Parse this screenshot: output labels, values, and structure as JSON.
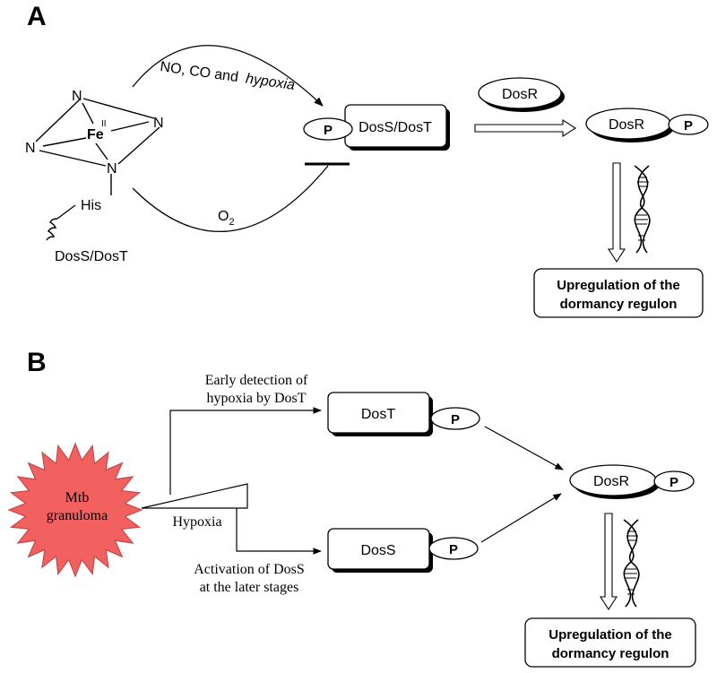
{
  "panel_a": {
    "label": "A",
    "heme": {
      "iron": "Fe",
      "oxidation": "II",
      "nitrogen": "N",
      "histidine": "His",
      "protein": "DosS/DosT"
    },
    "activation_label": "NO, CO and",
    "activation_italic": "hypoxia",
    "inhibition_label": "O",
    "inhibition_sub": "2",
    "kinase": "DosS/DosT",
    "phosphate": "P",
    "regulator": "DosR",
    "regulator_phos": "DosR",
    "outcome_line1": "Upregulation of the",
    "outcome_line2": "dormancy regulon"
  },
  "panel_b": {
    "label": "B",
    "source_line1": "Mtb",
    "source_line2": "granuloma",
    "early_line1": "Early detection of",
    "early_line2": "hypoxia by DosT",
    "hypoxia": "Hypoxia",
    "late_line1": "Activation of DosS",
    "late_line2": "at the later stages",
    "dost": "DosT",
    "doss": "DosS",
    "phosphate": "P",
    "regulator": "DosR",
    "outcome_line1": "Upregulation of the",
    "outcome_line2": "dormancy regulon"
  },
  "colors": {
    "granuloma_fill": "#f26060",
    "granuloma_stroke": "#c04a4a",
    "ink": "#000000"
  }
}
